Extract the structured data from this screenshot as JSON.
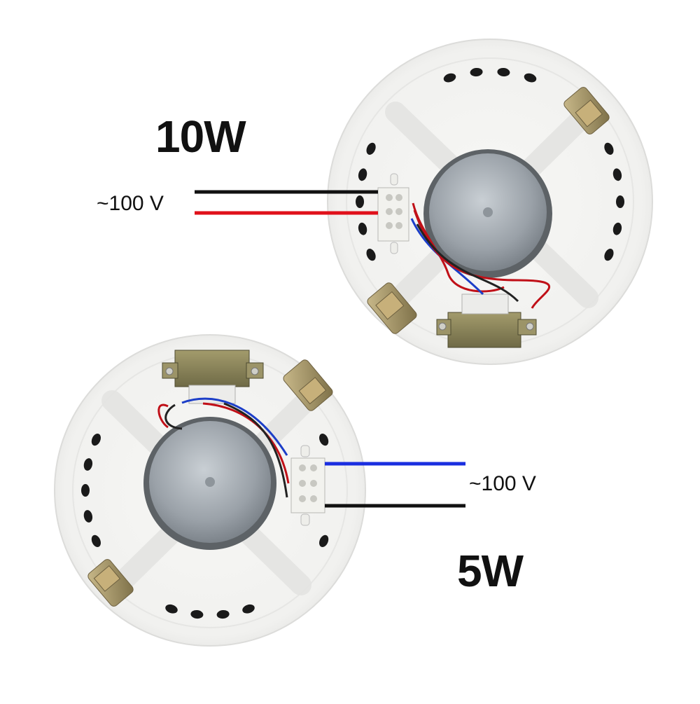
{
  "speaker_10w": {
    "power_label": "10W",
    "voltage_label": "~100 V",
    "wire_colors": [
      "#111111",
      "#e0101a"
    ]
  },
  "speaker_5w": {
    "power_label": "5W",
    "voltage_label": "~100 V",
    "wire_colors": [
      "#1a2ee0",
      "#111111"
    ]
  },
  "colors": {
    "housing": "#f4f4f2",
    "housing_edge": "#dcdcda",
    "magnet": "#aeb4ba",
    "magnet_ring": "#5d6266",
    "transformer": "#8a8358",
    "clamp": "#a6956a",
    "terminal": "#f2f2ee"
  }
}
